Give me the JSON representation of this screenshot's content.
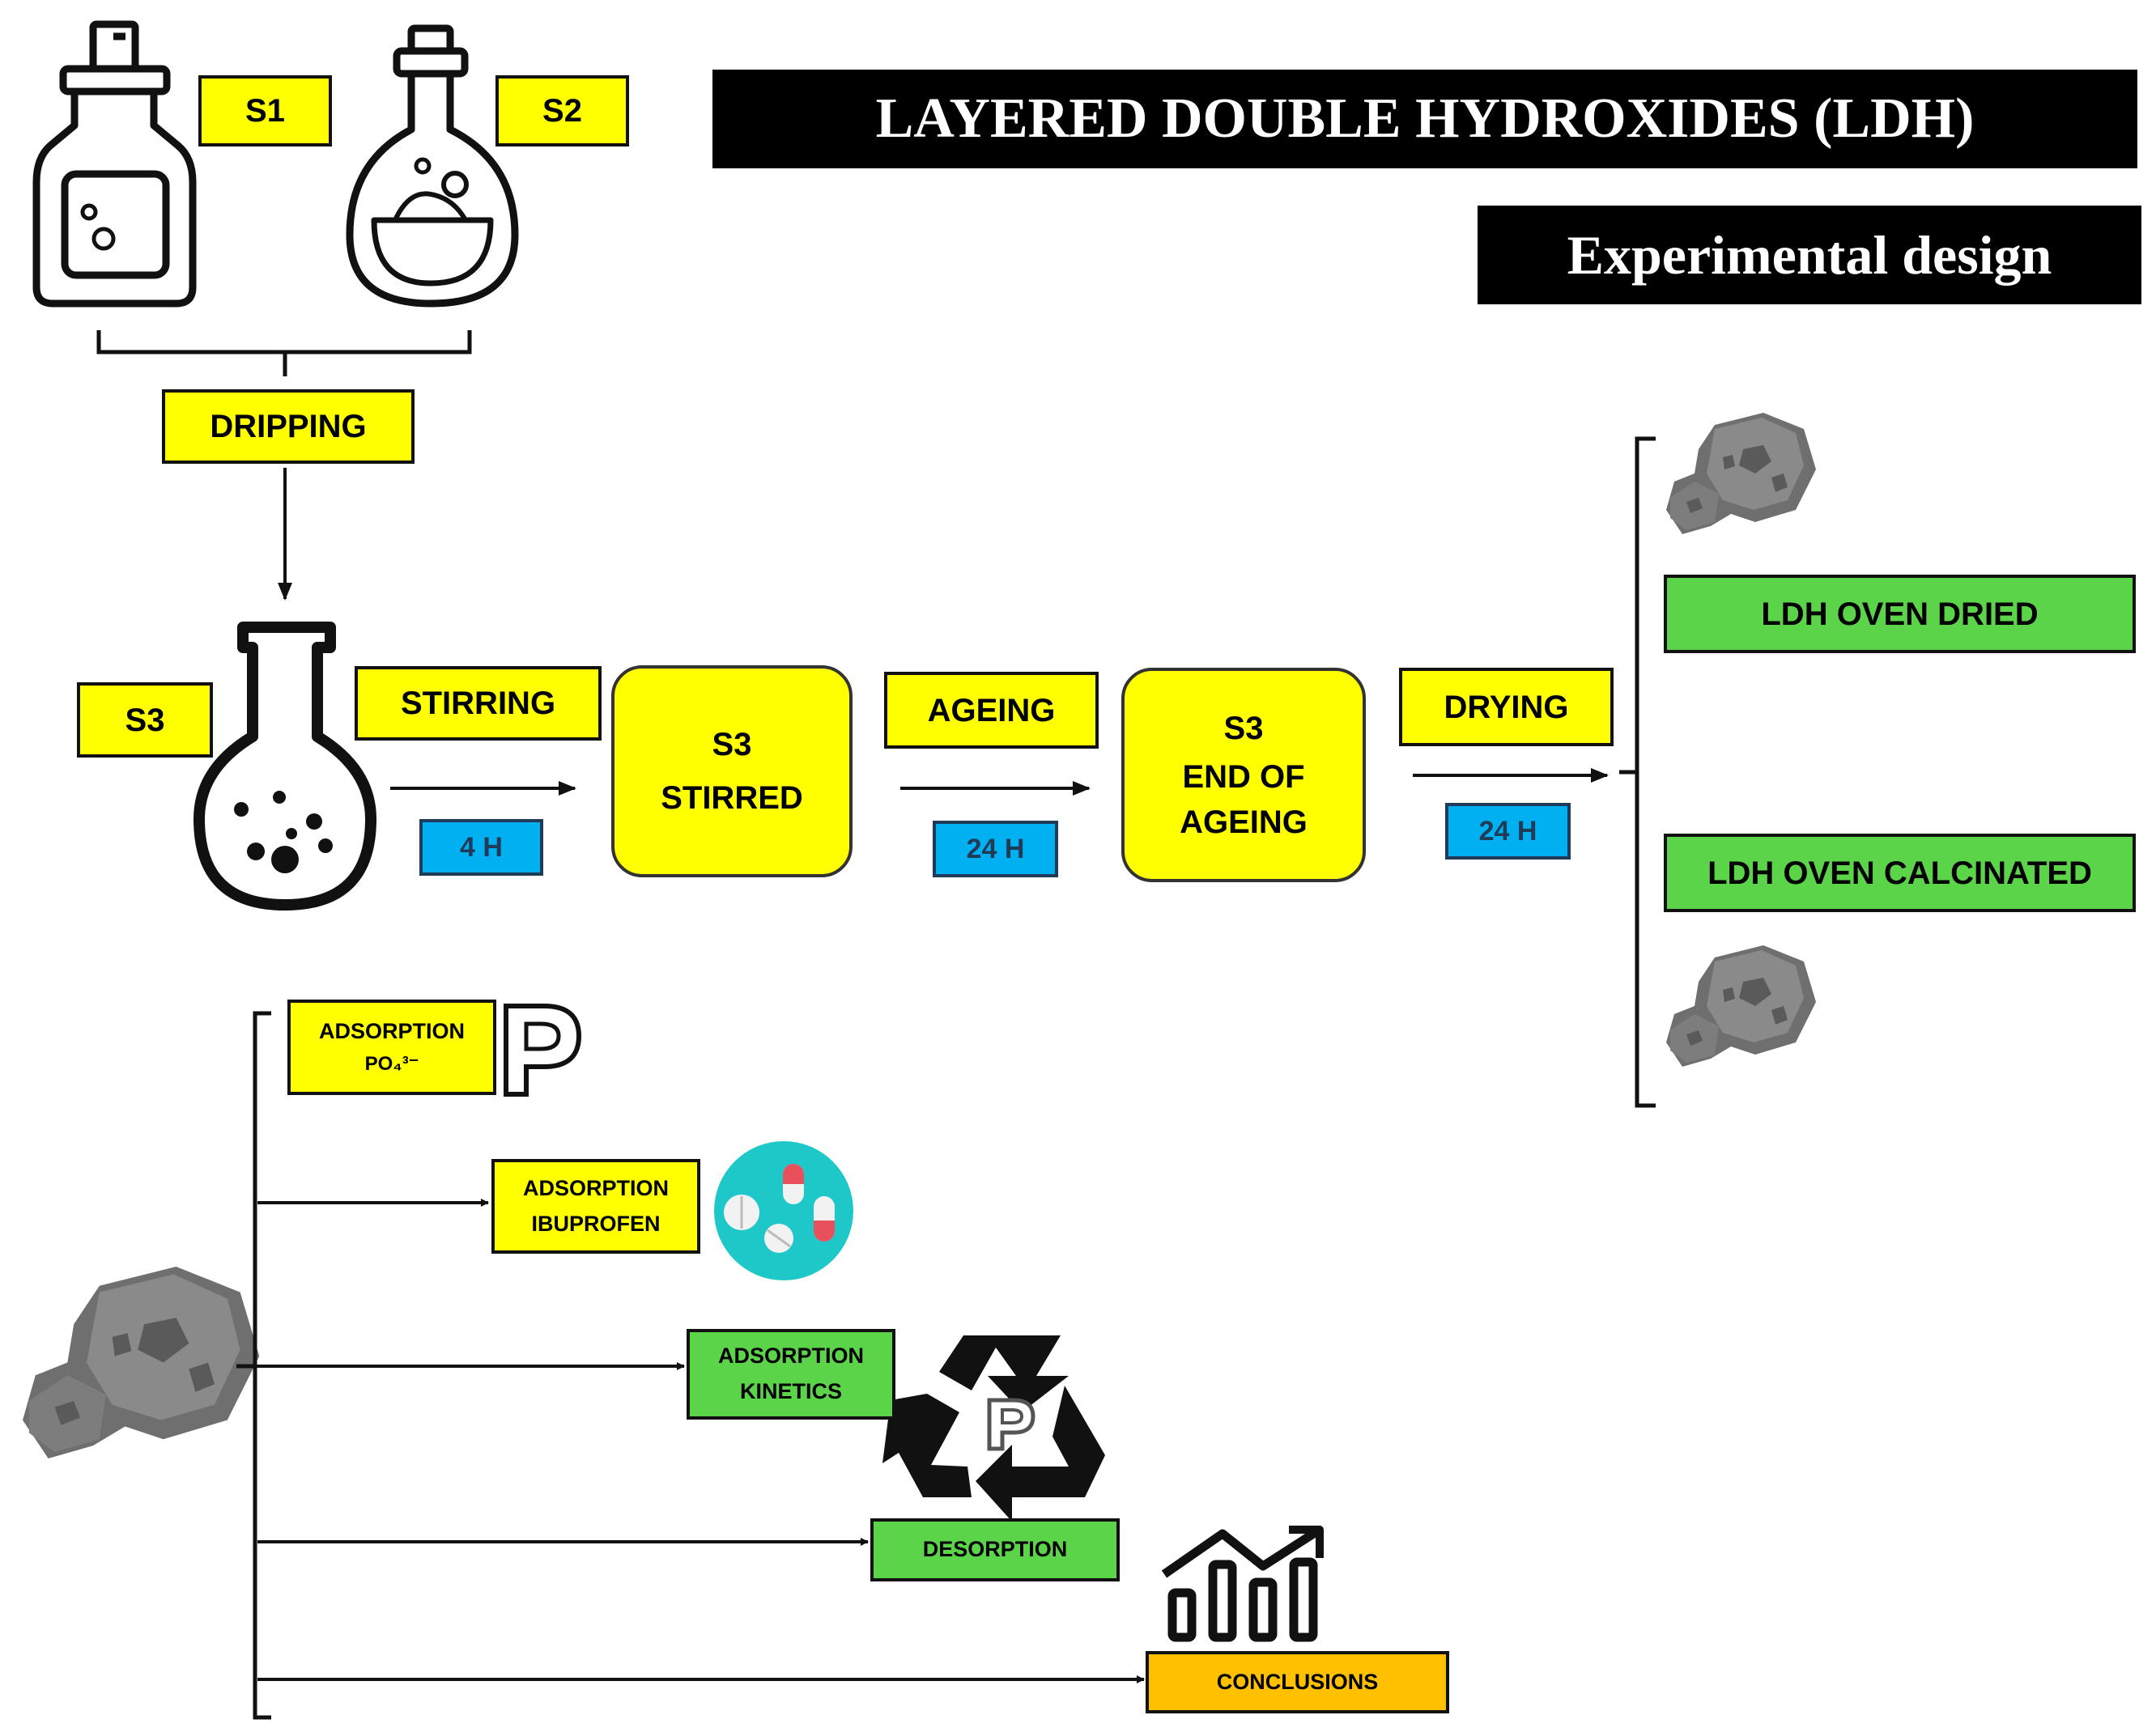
{
  "title": "LAYERED DOUBLE HYDROXIDES (LDH)",
  "subtitle": "Experimental design",
  "solutions": {
    "s1": "S1",
    "s2": "S2",
    "s3": "S3"
  },
  "steps": {
    "dripping": "DRIPPING",
    "stirring": "STIRRING",
    "stirring_time": "4 H",
    "s3_stirred_line1": "S3",
    "s3_stirred_line2": "STIRRED",
    "ageing": "AGEING",
    "ageing_time": "24 H",
    "s3_aged_line1": "S3",
    "s3_aged_line2": "END OF",
    "s3_aged_line3": "AGEING",
    "drying": "DRYING",
    "drying_time": "24 H"
  },
  "products": {
    "oven_dried": "LDH OVEN DRIED",
    "oven_calcinated": "LDH OVEN CALCINATED"
  },
  "analyses": {
    "phosphate_line1": "ADSORPTION",
    "phosphate_line2": "PO₄³⁻",
    "ibuprofen_line1": "ADSORPTION",
    "ibuprofen_line2": "IBUPROFEN",
    "kinetics_line1": "ADSORPTION",
    "kinetics_line2": "KINETICS",
    "desorption": "DESORPTION",
    "conclusions": "CONCLUSIONS"
  },
  "icon_letters": {
    "phosphorus": "P"
  },
  "colors": {
    "yellow": "#ffff00",
    "green": "#5bd44a",
    "orange": "#ffc000",
    "blue": "#00b0f0",
    "teal": "#1ec8c8",
    "rock": "#6f6f6f"
  },
  "icons": [
    "reagent-bottle-icon",
    "round-flask-icon",
    "volumetric-flask-icon",
    "rock-sample-icon",
    "phosphorus-icon",
    "pills-icon",
    "recycle-icon",
    "growth-chart-icon"
  ]
}
